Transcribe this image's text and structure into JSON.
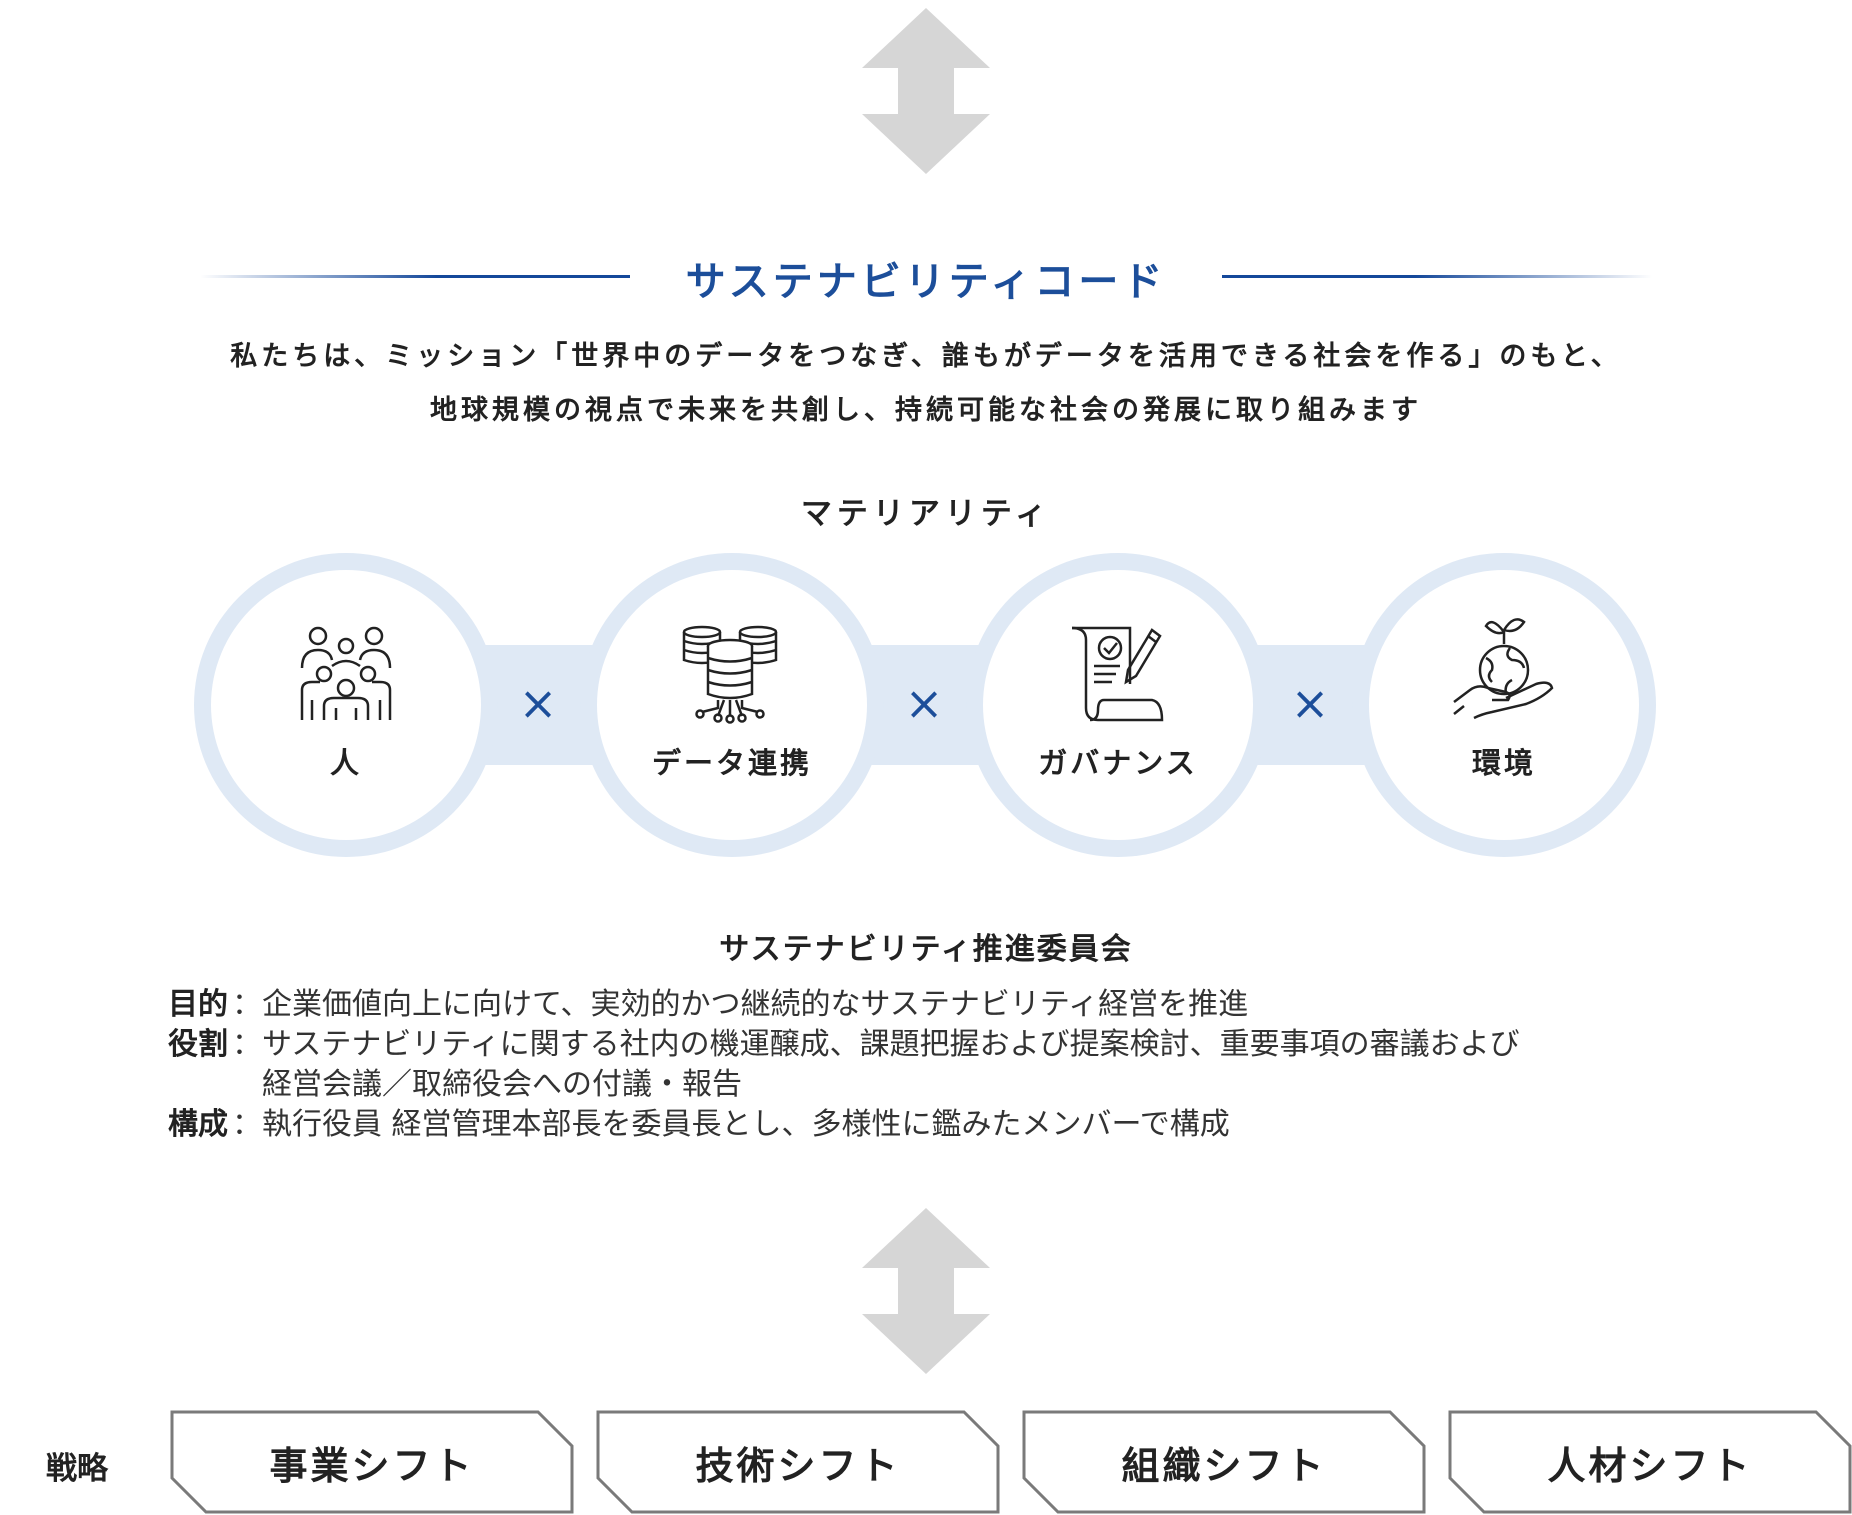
{
  "arrows": {
    "top_icon": "double-arrow-vertical-icon",
    "bottom_icon": "double-arrow-vertical-icon",
    "color": "#d6d6d6"
  },
  "sustainability_code": {
    "title": "サステナビリティコード",
    "title_color": "#1c4e9a",
    "mission_lines": [
      "私たちは、ミッション「世界中のデータをつなぎ、誰もがデータを活用できる社会を作る」のもと、",
      "地球規模の視点で未来を共創し、持続可能な社会の発展に取り組みます"
    ]
  },
  "materiality": {
    "heading": "マテリアリティ",
    "ring_color": "#dfe9f5",
    "separator": "×",
    "items": [
      {
        "label": "人",
        "icon": "people-group-icon"
      },
      {
        "label": "データ連携",
        "icon": "database-network-icon"
      },
      {
        "label": "ガバナンス",
        "icon": "document-check-icon"
      },
      {
        "label": "環境",
        "icon": "earth-in-hand-icon"
      }
    ]
  },
  "committee": {
    "title": "サステナビリティ推進委員会",
    "rows": [
      {
        "key": "目的",
        "sep": "：",
        "lines": [
          "企業価値向上に向けて、実効的かつ継続的なサステナビリティ経営を推進"
        ]
      },
      {
        "key": "役割",
        "sep": "：",
        "lines": [
          "サステナビリティに関する社内の機運醸成、課題把握および提案検討、重要事項の審議および",
          "経営会議／取締役会への付議・報告"
        ]
      },
      {
        "key": "構成",
        "sep": "：",
        "lines": [
          "執行役員 経営管理本部長を委員長とし、多様性に鑑みたメンバーで構成"
        ]
      }
    ]
  },
  "strategy": {
    "label": "戦略",
    "shifts": [
      "事業シフト",
      "技術シフト",
      "組織シフト",
      "人材シフト"
    ]
  }
}
